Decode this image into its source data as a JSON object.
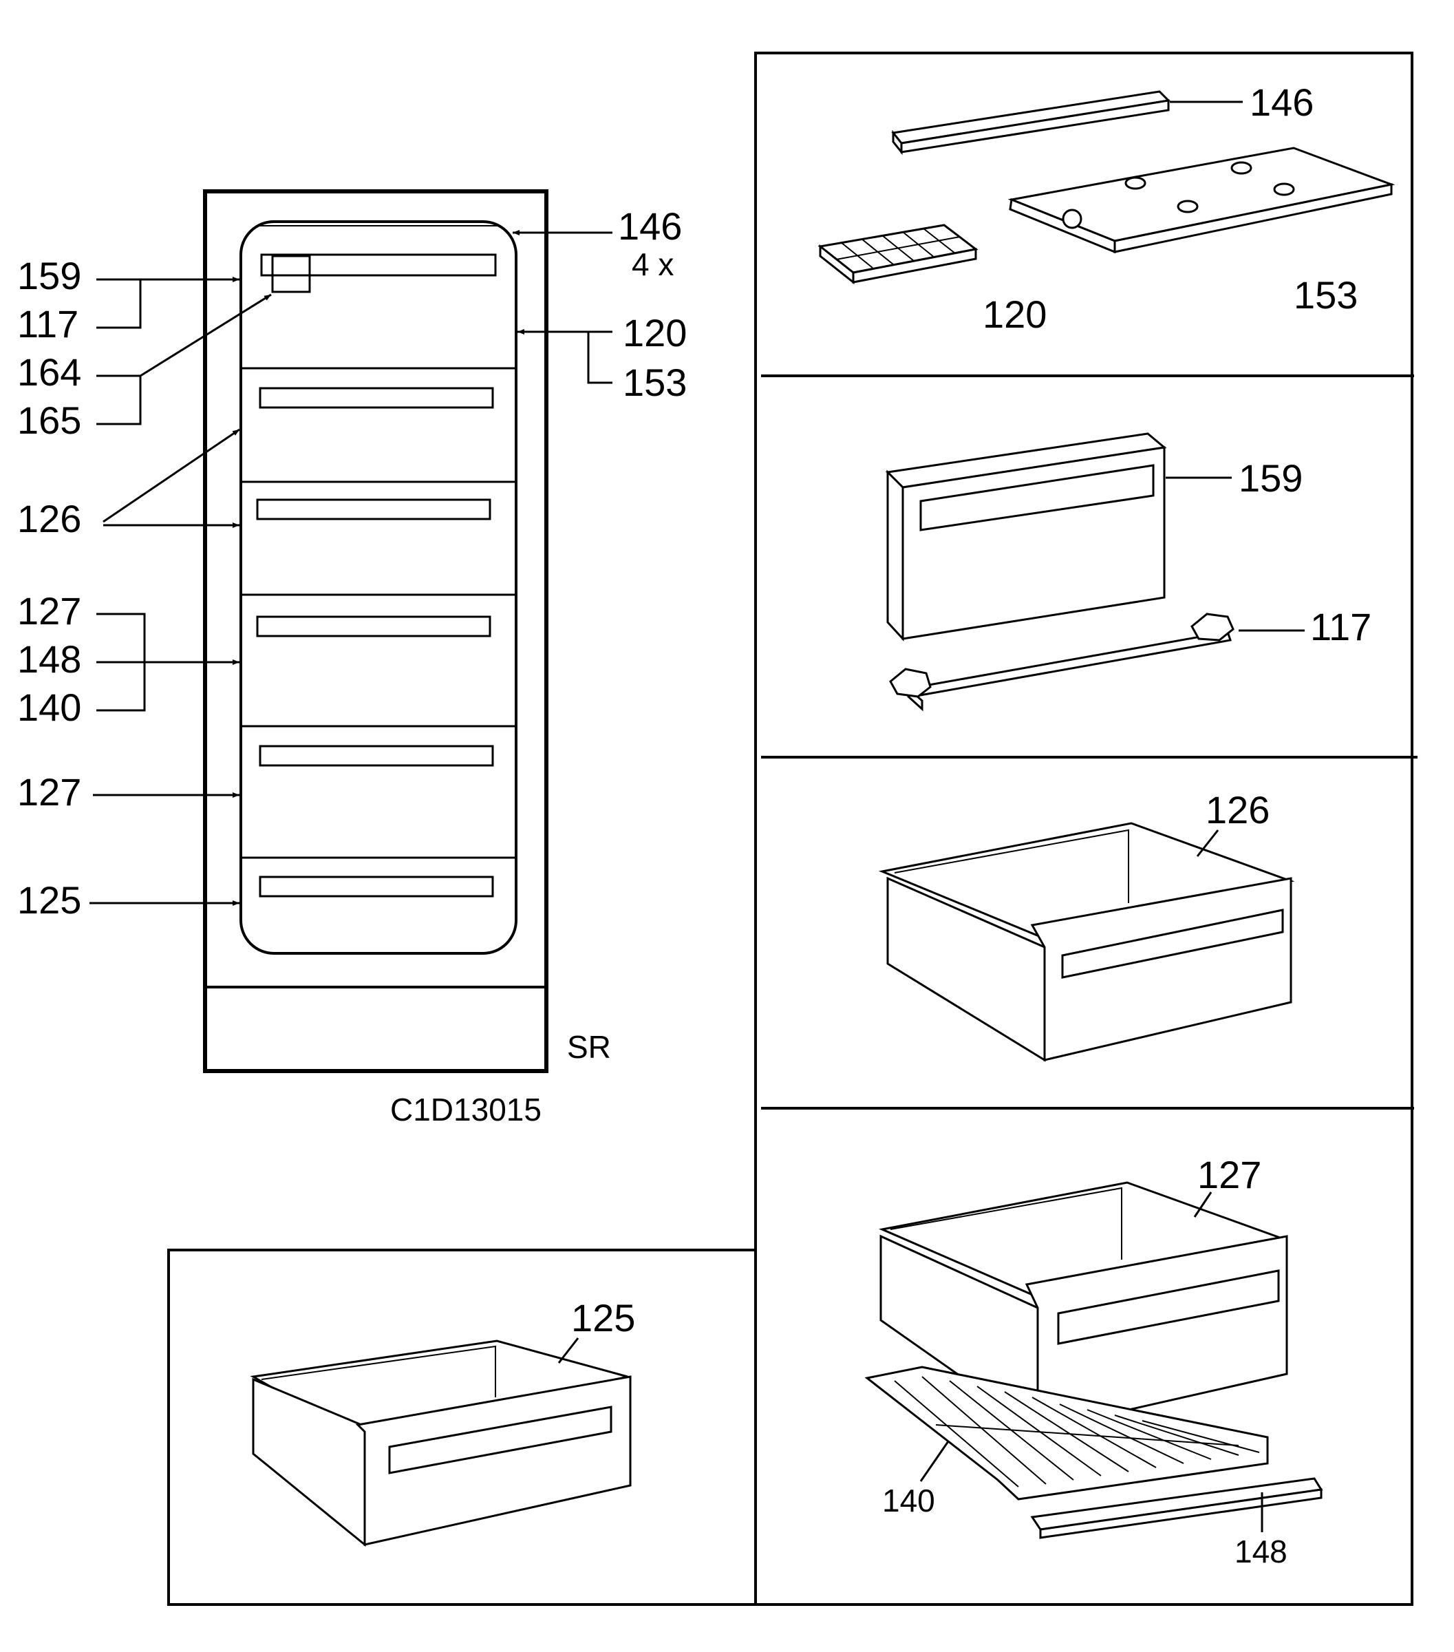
{
  "cabinet": {
    "label_146": "146",
    "label_4x": "4 x",
    "label_159": "159",
    "label_117": "117",
    "label_164": "164",
    "label_165": "165",
    "label_120": "120",
    "label_153": "153",
    "label_126": "126",
    "label_127a": "127",
    "label_148": "148",
    "label_140": "140",
    "label_127b": "127",
    "label_125": "125",
    "model_code": "SR",
    "drawing_code": "C1D13015"
  },
  "panel_ice": {
    "label_146": "146",
    "label_120": "120",
    "label_153": "153"
  },
  "panel_flap": {
    "label_159": "159",
    "label_117": "117"
  },
  "panel_drawer_126": {
    "label_126": "126"
  },
  "panel_drawer_127": {
    "label_127": "127",
    "label_140": "140",
    "label_148": "148"
  },
  "panel_drawer_125": {
    "label_125": "125"
  }
}
